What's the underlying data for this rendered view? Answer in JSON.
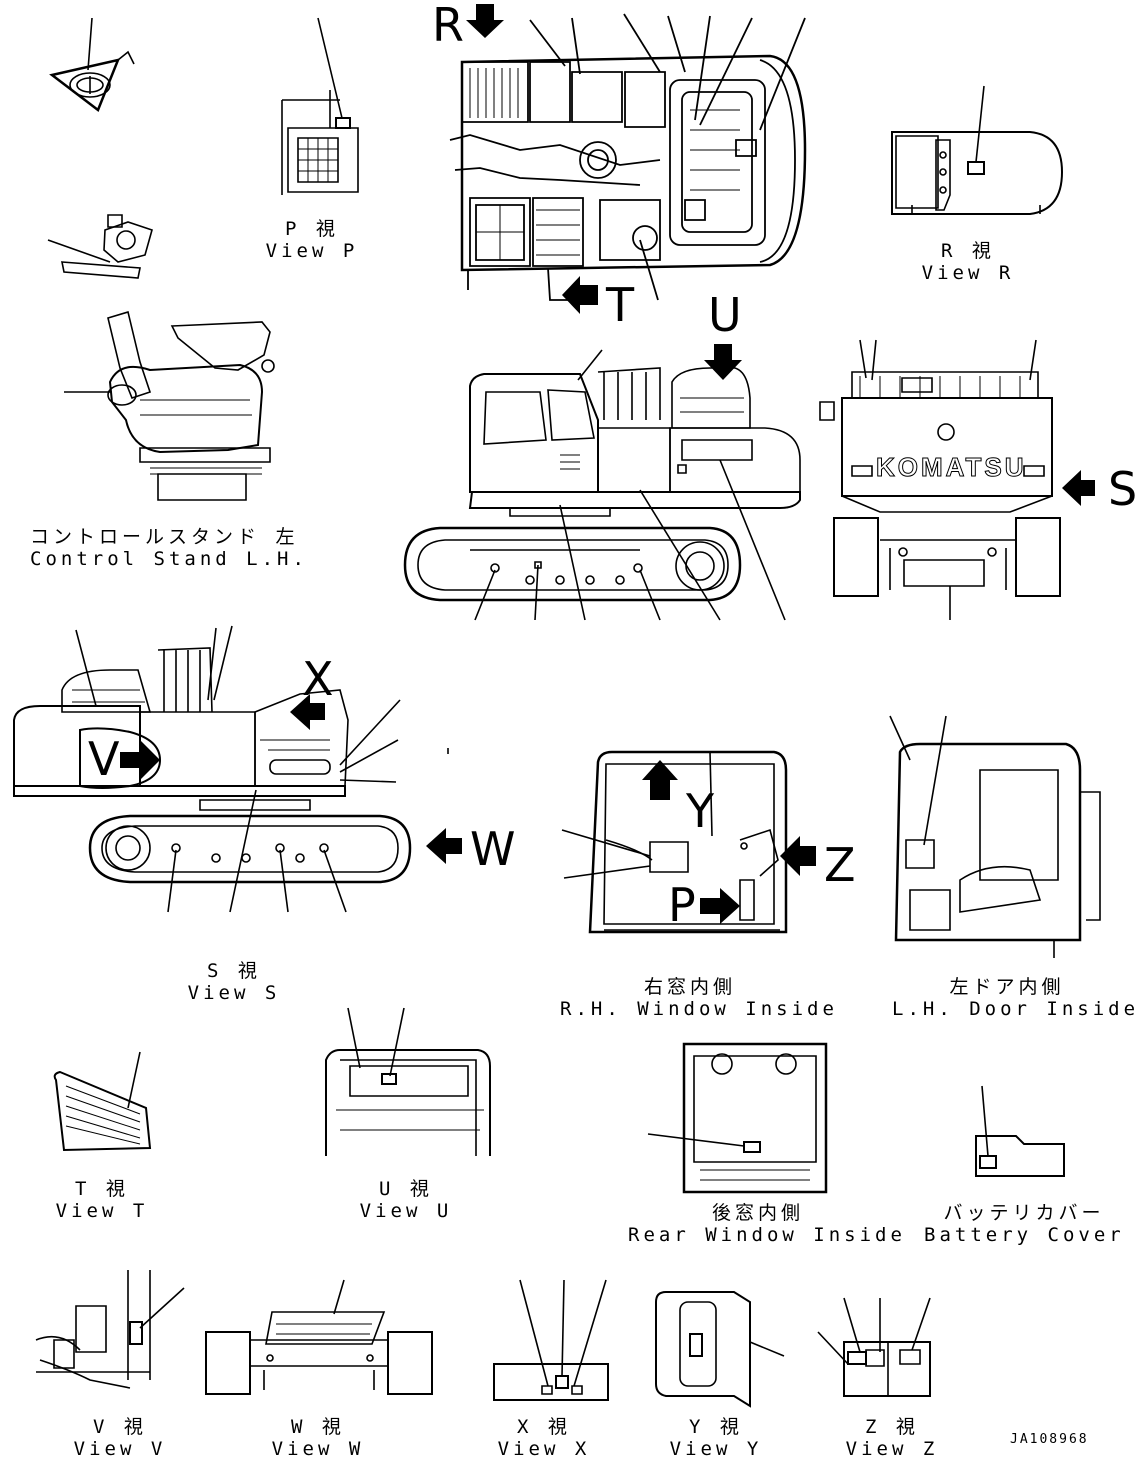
{
  "views": {
    "p": {
      "jp": "P 視",
      "en": "View P"
    },
    "r": {
      "jp": "R 視",
      "en": "View R"
    },
    "control_stand": {
      "jp": "コントロールスタンド 左",
      "en": "Control Stand L.H."
    },
    "s": {
      "jp": "S 視",
      "en": "View S"
    },
    "rh_window": {
      "jp": "右窓内側",
      "en": "R.H. Window Inside"
    },
    "lh_door": {
      "jp": "左ドア内側",
      "en": "L.H. Door Inside"
    },
    "t": {
      "jp": "T 視",
      "en": "View T"
    },
    "u": {
      "jp": "U 視",
      "en": "View U"
    },
    "rear_window": {
      "jp": "後窓内側",
      "en": "Rear Window Inside"
    },
    "battery": {
      "jp": "バッテリカバー",
      "en": "Battery Cover"
    },
    "v": {
      "jp": "V 視",
      "en": "View V"
    },
    "w": {
      "jp": "W 視",
      "en": "View W"
    },
    "x": {
      "jp": "X 視",
      "en": "View X"
    },
    "y": {
      "jp": "Y 視",
      "en": "View Y"
    },
    "z": {
      "jp": "Z 視",
      "en": "View Z"
    }
  },
  "arrows": {
    "r": "R",
    "t": "T",
    "u": "U",
    "s": "S",
    "x": "X",
    "v": "V",
    "w": "W",
    "y": "Y",
    "z": "Z",
    "p": "P"
  },
  "brand_mark": "KOMATSU",
  "drawing_ref": "JA108968"
}
